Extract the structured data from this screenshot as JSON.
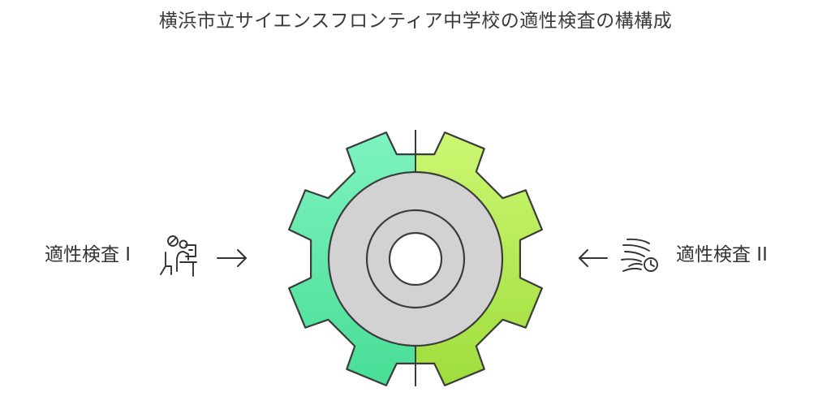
{
  "title": "横浜市立サイエンスフロンティア中学校の適性検査の構構成",
  "inputs": {
    "left": {
      "label": "適性検査 I",
      "icon": "person-at-desk-icon",
      "arrow": "→"
    },
    "right": {
      "label": "適性検査 II",
      "icon": "wind-clock-icon",
      "arrow": "←"
    }
  },
  "colors": {
    "gear_left_top": "#7ef3c0",
    "gear_left_bottom": "#48de95",
    "gear_right_top": "#cdf772",
    "gear_right_bottom": "#9fdd3c",
    "hub": "#d2d2d2",
    "outline": "#3c3c3c"
  }
}
